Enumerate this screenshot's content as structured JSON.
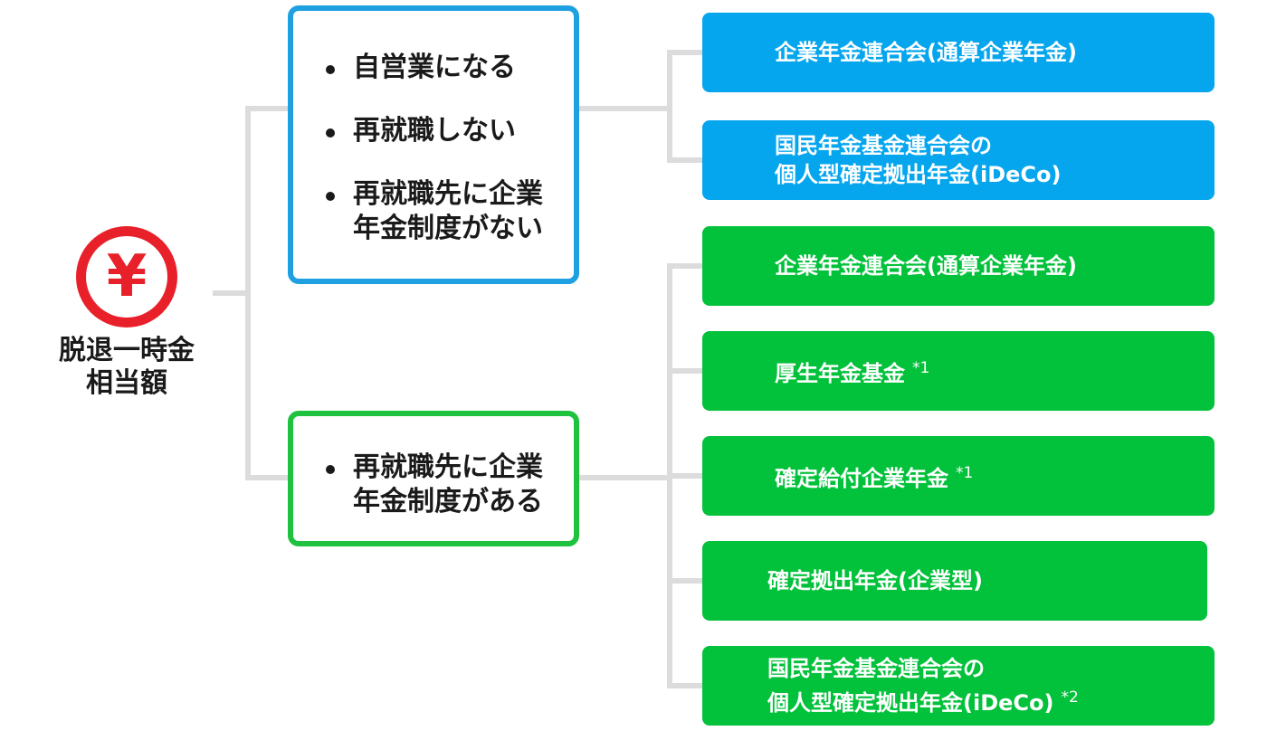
{
  "root": {
    "icon": "yen-icon",
    "icon_glyph": "¥",
    "label_lines": [
      "脱退一時金",
      "相当額"
    ]
  },
  "branches": [
    {
      "color": "#1fa0e0",
      "conditions": [
        {
          "lines": [
            "自営業になる"
          ]
        },
        {
          "lines": [
            "再就職しない"
          ]
        },
        {
          "lines": [
            "再就職先に企業",
            "年金制度がない"
          ]
        }
      ],
      "destinations": [
        {
          "lines": [
            "企業年金連合会(通算企業年金)"
          ],
          "note": ""
        },
        {
          "lines": [
            "国民年金基金連合会の",
            "個人型確定拠出年金(iDeCo)"
          ],
          "note": ""
        }
      ]
    },
    {
      "color": "#1ec23e",
      "conditions": [
        {
          "lines": [
            "再就職先に企業",
            "年金制度がある"
          ]
        }
      ],
      "destinations": [
        {
          "lines": [
            "企業年金連合会(通算企業年金)"
          ],
          "note": ""
        },
        {
          "lines": [
            "厚生年金基金"
          ],
          "note": "*1"
        },
        {
          "lines": [
            "確定給付企業年金"
          ],
          "note": "*1"
        },
        {
          "lines": [
            "確定拠出年金(企業型)"
          ],
          "note": ""
        },
        {
          "lines": [
            "国民年金基金連合会の",
            "個人型確定拠出年金(iDeCo)"
          ],
          "note": "*2"
        }
      ]
    }
  ],
  "colors": {
    "connector": "#dcdcdc",
    "yen": "#e8202a",
    "dest_blue": "#06a6ee",
    "dest_green": "#02c13a"
  }
}
